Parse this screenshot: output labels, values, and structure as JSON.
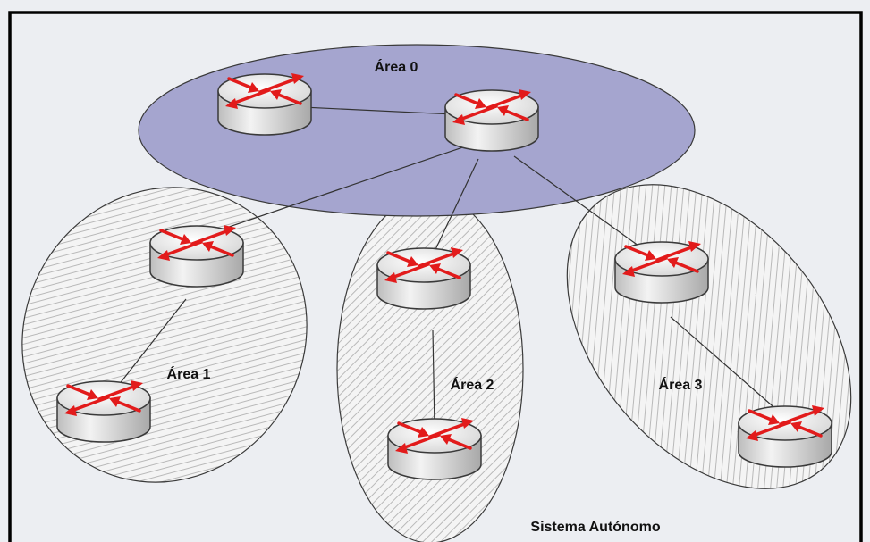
{
  "diagram": {
    "title": "Sistema Autónomo",
    "areas": [
      {
        "id": "area0",
        "label": "Área 0"
      },
      {
        "id": "area1",
        "label": "Área 1"
      },
      {
        "id": "area2",
        "label": "Área 2"
      },
      {
        "id": "area3",
        "label": "Área 3"
      }
    ],
    "node_icon": "router-icon",
    "colors": {
      "background": "#eceef2",
      "frame": "#000000",
      "backbone_fill": "#a5a5cf",
      "hatch": "#b9b9b9",
      "router_body": "#e2e2e2",
      "arrow": "#e21b1b",
      "link": "#333333"
    }
  }
}
